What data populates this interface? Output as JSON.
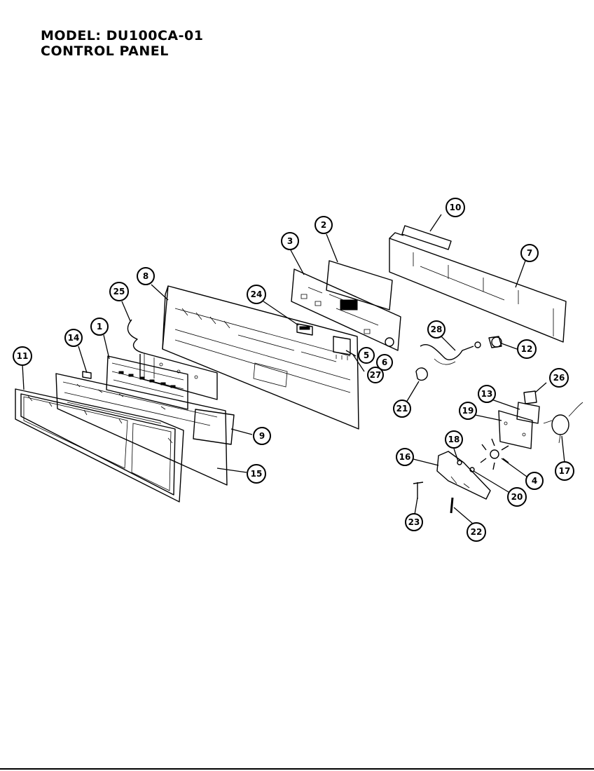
{
  "header": {
    "model_line": "MODEL: DU100CA-01",
    "section_line": "CONTROL PANEL"
  },
  "callouts": [
    {
      "id": "c1",
      "label": "1"
    },
    {
      "id": "c2",
      "label": "2"
    },
    {
      "id": "c3",
      "label": "3"
    },
    {
      "id": "c4",
      "label": "4"
    },
    {
      "id": "c5",
      "label": "5"
    },
    {
      "id": "c6",
      "label": "6"
    },
    {
      "id": "c7",
      "label": "7"
    },
    {
      "id": "c8",
      "label": "8"
    },
    {
      "id": "c9",
      "label": "9"
    },
    {
      "id": "c10",
      "label": "10"
    },
    {
      "id": "c11",
      "label": "11"
    },
    {
      "id": "c12",
      "label": "12"
    },
    {
      "id": "c13",
      "label": "13"
    },
    {
      "id": "c14",
      "label": "14"
    },
    {
      "id": "c15",
      "label": "15"
    },
    {
      "id": "c16",
      "label": "16"
    },
    {
      "id": "c17",
      "label": "17"
    },
    {
      "id": "c18",
      "label": "18"
    },
    {
      "id": "c19",
      "label": "19"
    },
    {
      "id": "c20",
      "label": "20"
    },
    {
      "id": "c21",
      "label": "21"
    },
    {
      "id": "c22",
      "label": "22"
    },
    {
      "id": "c23",
      "label": "23"
    },
    {
      "id": "c24",
      "label": "24"
    },
    {
      "id": "c25",
      "label": "25"
    },
    {
      "id": "c26",
      "label": "26"
    },
    {
      "id": "c27",
      "label": "27"
    },
    {
      "id": "c28",
      "label": "28"
    }
  ]
}
